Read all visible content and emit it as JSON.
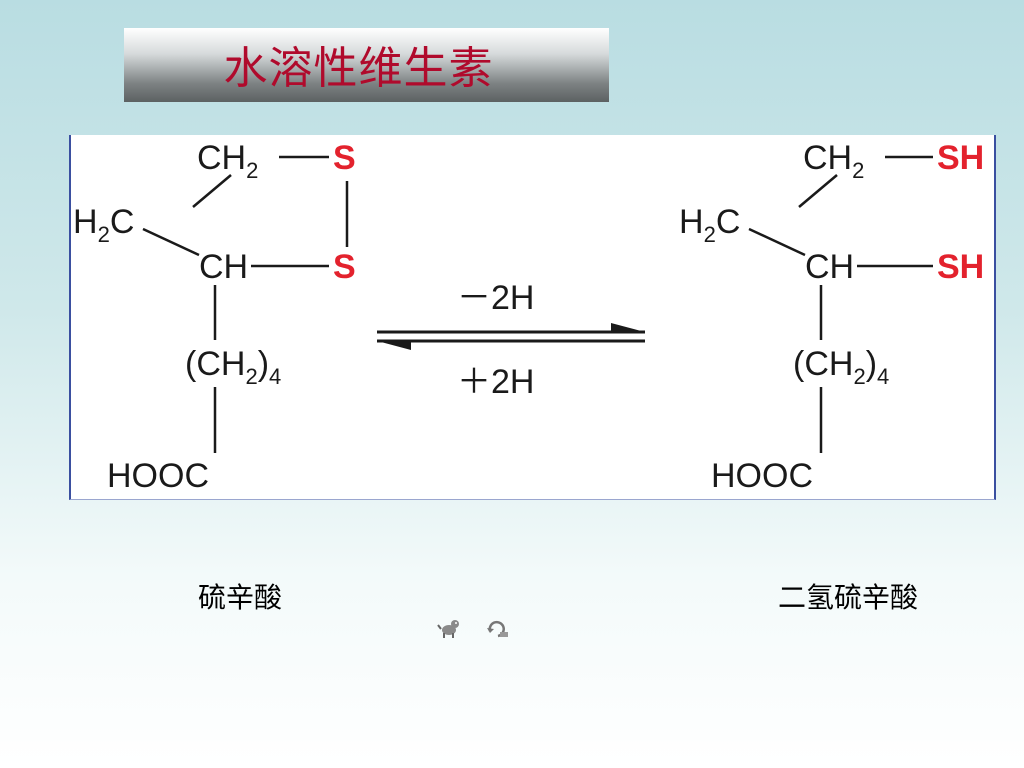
{
  "slide": {
    "title": "水溶性维生素"
  },
  "reaction": {
    "left_molecule": {
      "ch2_top": "CH",
      "ch2_top_sub": "2",
      "h2c": "H",
      "h2c_sub": "2",
      "h2c_c": "C",
      "ch": "CH",
      "s_top": "S",
      "s_bottom": "S",
      "chain_open": "(CH",
      "chain_sub": "2",
      "chain_close": ")",
      "chain_count": "4",
      "acid": "HOOC"
    },
    "right_molecule": {
      "ch2_top": "CH",
      "ch2_top_sub": "2",
      "h2c": "H",
      "h2c_sub": "2",
      "h2c_c": "C",
      "ch": "CH",
      "sh_top": "SH",
      "sh_bottom": "SH",
      "chain_open": "(CH",
      "chain_sub": "2",
      "chain_close": ")",
      "chain_count": "4",
      "acid": "HOOC"
    },
    "forward_label": "－2H",
    "reverse_label": "＋2H"
  },
  "captions": {
    "left": "硫辛酸",
    "right": "二氢硫辛酸"
  },
  "icons": {
    "nav_left": "dog-icon",
    "nav_right": "return-icon"
  }
}
